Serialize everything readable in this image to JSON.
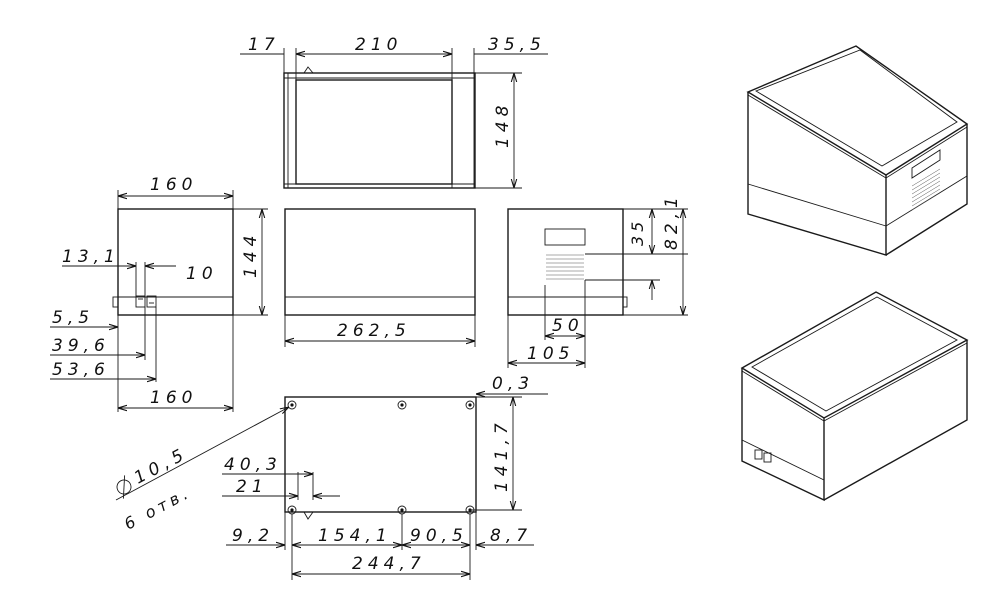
{
  "top_view": {
    "left": "17",
    "width": "210",
    "right": "35,5",
    "depth": "148"
  },
  "side_view": {
    "width": "160",
    "height": "144",
    "conn_left": "13,1",
    "conn_width": "10",
    "a": "5,5",
    "b": "39,6",
    "c": "53,6",
    "bottom_width": "160"
  },
  "front_view": {
    "width": "262,5"
  },
  "right_view": {
    "window": "35",
    "total": "82,1",
    "grille": "50",
    "offset": "105"
  },
  "bottom_view": {
    "gap": "0,3",
    "height": "141,7",
    "hole_dia": "10,5",
    "holes": "6 отв.",
    "d1": "40,3",
    "d2": "21",
    "left": "9,2",
    "span1": "154,1",
    "span2": "90,5",
    "right": "8,7",
    "total": "244,7"
  }
}
